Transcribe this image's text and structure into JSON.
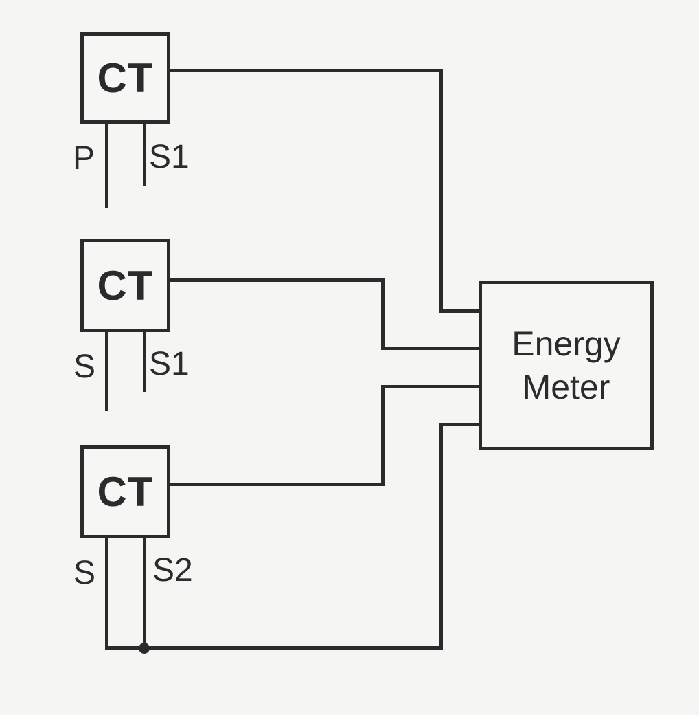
{
  "colors": {
    "background": "#f5f5f4",
    "line": "#2b2b2b",
    "text": "#2b2b2b"
  },
  "diagram": {
    "kind": "CT to Energy Meter wiring diagram",
    "blocks": {
      "ct1": {
        "label": "CT",
        "left_terminal": "P",
        "right_terminal": "S1"
      },
      "ct2": {
        "label": "CT",
        "left_terminal": "S",
        "right_terminal": "S1"
      },
      "ct3": {
        "label": "CT",
        "left_terminal": "S",
        "right_terminal": "S2"
      },
      "meter": {
        "label_line1": "Energy",
        "label_line2": "Meter"
      }
    },
    "connections": [
      "CT1 right side wire to Energy Meter terminal 1",
      "CT2 right side wire to Energy Meter terminal 2",
      "Energy Meter terminal 3 wire to CT3 right side",
      "Energy Meter terminal 4 wire down to bottom bus",
      "CT3 S lead and S2 lead join bottom bus at junction dot"
    ]
  }
}
